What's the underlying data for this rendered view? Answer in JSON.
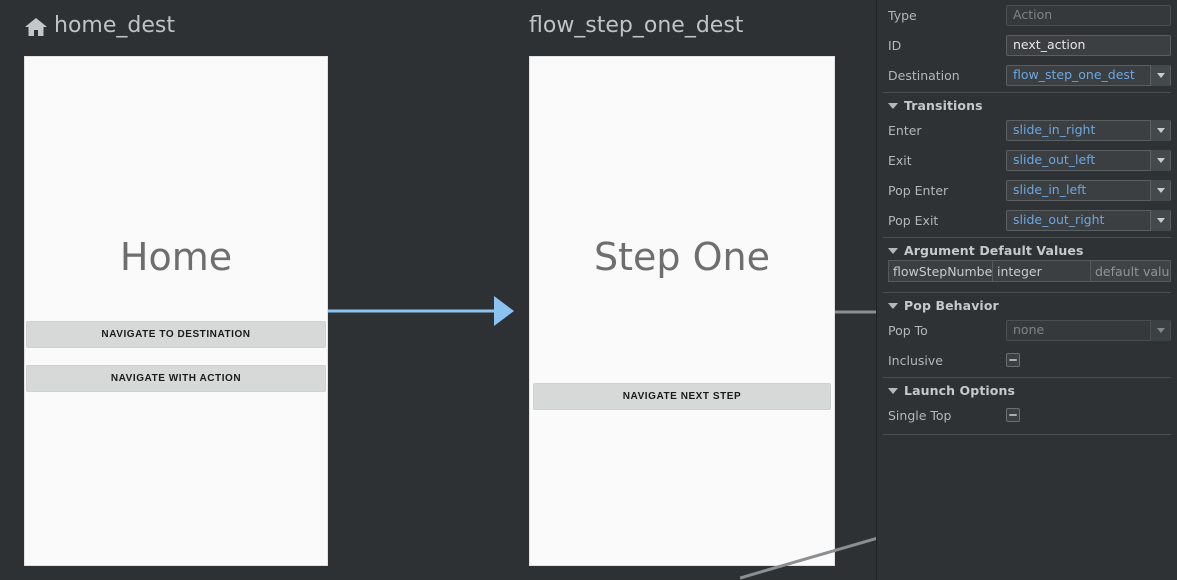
{
  "canvas": {
    "destinations": [
      {
        "name": "home_dest",
        "label": "home_dest",
        "icon": "home-icon",
        "screen_title": "Home",
        "buttons": [
          {
            "label": "NAVIGATE TO DESTINATION"
          },
          {
            "label": "NAVIGATE WITH ACTION"
          }
        ]
      },
      {
        "name": "flow_step_one_dest",
        "label": "flow_step_one_dest",
        "icon": null,
        "screen_title": "Step One",
        "buttons": [
          {
            "label": "NAVIGATE NEXT STEP"
          }
        ]
      }
    ],
    "connection_color": "#8cc2f0",
    "edge_color": "#8b8f91"
  },
  "attributes": {
    "fields": [
      {
        "key": "type",
        "label": "Type",
        "value": "Action",
        "placeholder": "Action",
        "state": "disabled",
        "kind": "text"
      },
      {
        "key": "id",
        "label": "ID",
        "value": "next_action",
        "state": "normal",
        "kind": "text"
      },
      {
        "key": "destination",
        "label": "Destination",
        "value": "flow_step_one_dest",
        "state": "link",
        "kind": "combo"
      }
    ],
    "transitions": {
      "title": "Transitions",
      "rows": [
        {
          "key": "enter",
          "label": "Enter",
          "value": "slide_in_right"
        },
        {
          "key": "exit",
          "label": "Exit",
          "value": "slide_out_left"
        },
        {
          "key": "pop_enter",
          "label": "Pop Enter",
          "value": "slide_in_left"
        },
        {
          "key": "pop_exit",
          "label": "Pop Exit",
          "value": "slide_out_right"
        }
      ]
    },
    "argument_defaults": {
      "title": "Argument Default Values",
      "rows": [
        {
          "name": "flowStepNumbe",
          "type": "integer",
          "default": "default value"
        }
      ]
    },
    "pop_behavior": {
      "title": "Pop Behavior",
      "pop_to": {
        "label": "Pop To",
        "value": "none",
        "state": "disabled"
      },
      "inclusive": {
        "label": "Inclusive",
        "checked": "indeterminate"
      }
    },
    "launch_options": {
      "title": "Launch Options",
      "single_top": {
        "label": "Single Top",
        "checked": "indeterminate"
      }
    }
  }
}
